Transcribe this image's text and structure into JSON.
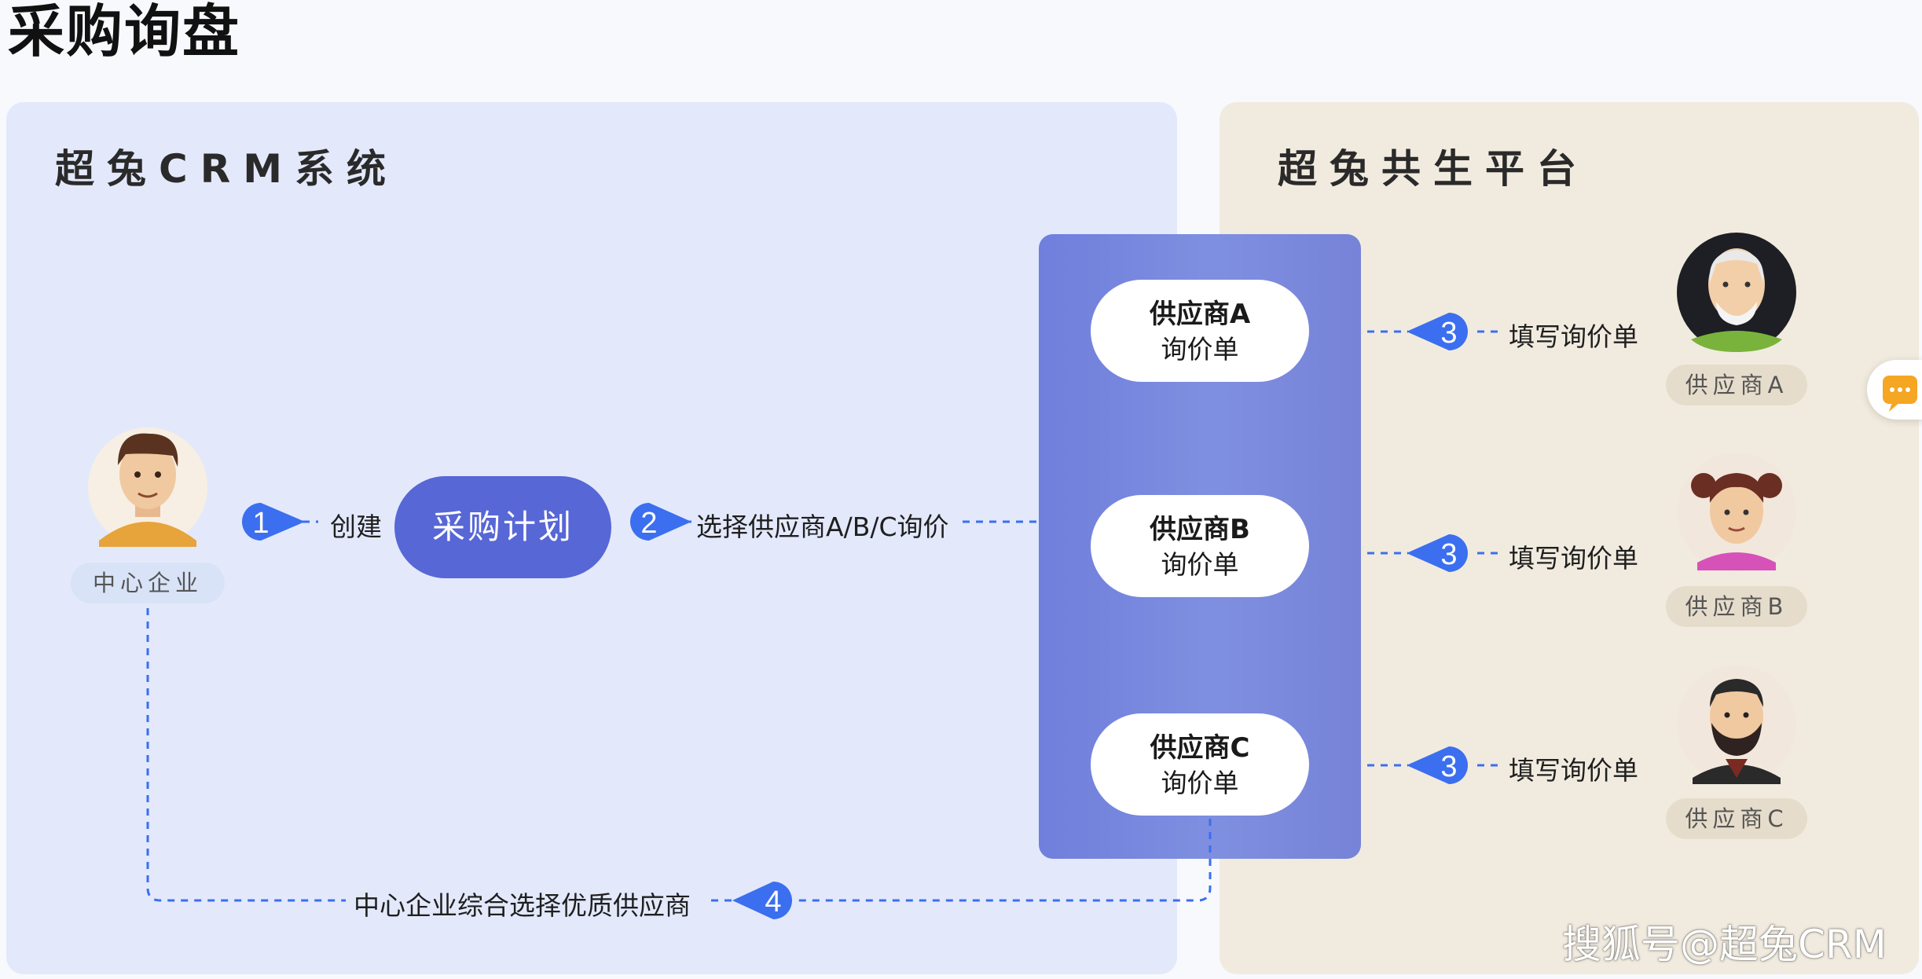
{
  "page_title": "采购询盘",
  "left_panel": {
    "title": "超兔CRM系统",
    "center_company": "中心企业",
    "step1": {
      "num": "1",
      "label": "创建"
    },
    "plan": "采购计划",
    "step2": {
      "num": "2",
      "label": "选择供应商A/B/C询价"
    },
    "step4": {
      "num": "4",
      "label": "中心企业综合选择优质供应商"
    }
  },
  "supplier_inquiries": [
    {
      "name": "供应商A",
      "doc": "询价单"
    },
    {
      "name": "供应商B",
      "doc": "询价单"
    },
    {
      "name": "供应商C",
      "doc": "询价单"
    }
  ],
  "right_panel": {
    "title": "超兔共生平台",
    "rows": [
      {
        "num": "3",
        "label": "填写询价单",
        "tag": "供应商A"
      },
      {
        "num": "3",
        "label": "填写询价单",
        "tag": "供应商B"
      },
      {
        "num": "3",
        "label": "填写询价单",
        "tag": "供应商C"
      }
    ]
  },
  "watermark": "搜狐号@超兔CRM",
  "colors": {
    "accent_blue": "#3b6ff0",
    "plan_fill": "#5767d6",
    "supplier_box": "#7786dc",
    "left_bg": "#e3e9fb",
    "right_bg": "#f1ebdf",
    "chat_orange": "#f5a623"
  },
  "icons": [
    "person-avatar-icon",
    "chat-icon"
  ]
}
